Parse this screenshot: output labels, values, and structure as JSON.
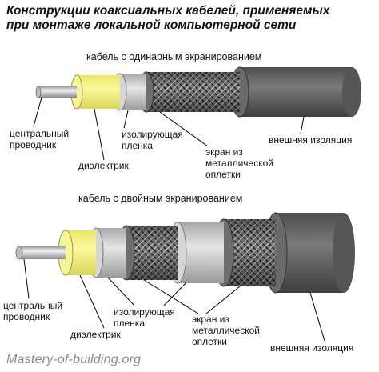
{
  "title_line1": "Конструкции коаксиальных кабелей, применяемых",
  "title_line2": "при монтаже локальной компьютерной сети",
  "cable1": {
    "caption": "кабель с одинарным экранированием",
    "labels": {
      "conductor": [
        "центральный",
        "проводник"
      ],
      "dielectric": "диэлектрик",
      "insulating_film": [
        "изолирующая",
        "пленка"
      ],
      "braid": [
        "экран из",
        "металлической",
        "оплетки"
      ],
      "outer_jacket": "внешняя изоляция"
    }
  },
  "cable2": {
    "caption": "кабель с двойным экранированием",
    "labels": {
      "conductor": [
        "центральный",
        "проводник"
      ],
      "dielectric": "диэлектрик",
      "insulating_film": [
        "изолирующая",
        "пленка"
      ],
      "braid": [
        "экран из",
        "металлической",
        "оплетки"
      ],
      "outer_jacket": "внешняя изоляция"
    }
  },
  "watermark": "Mastery-of-building.org",
  "colors": {
    "conductor": "#c9c9c9",
    "dielectric": "#f4f28a",
    "film": "#d3d3d3",
    "braid": "#6b6b6b",
    "jacket": "#5f5f5f"
  }
}
